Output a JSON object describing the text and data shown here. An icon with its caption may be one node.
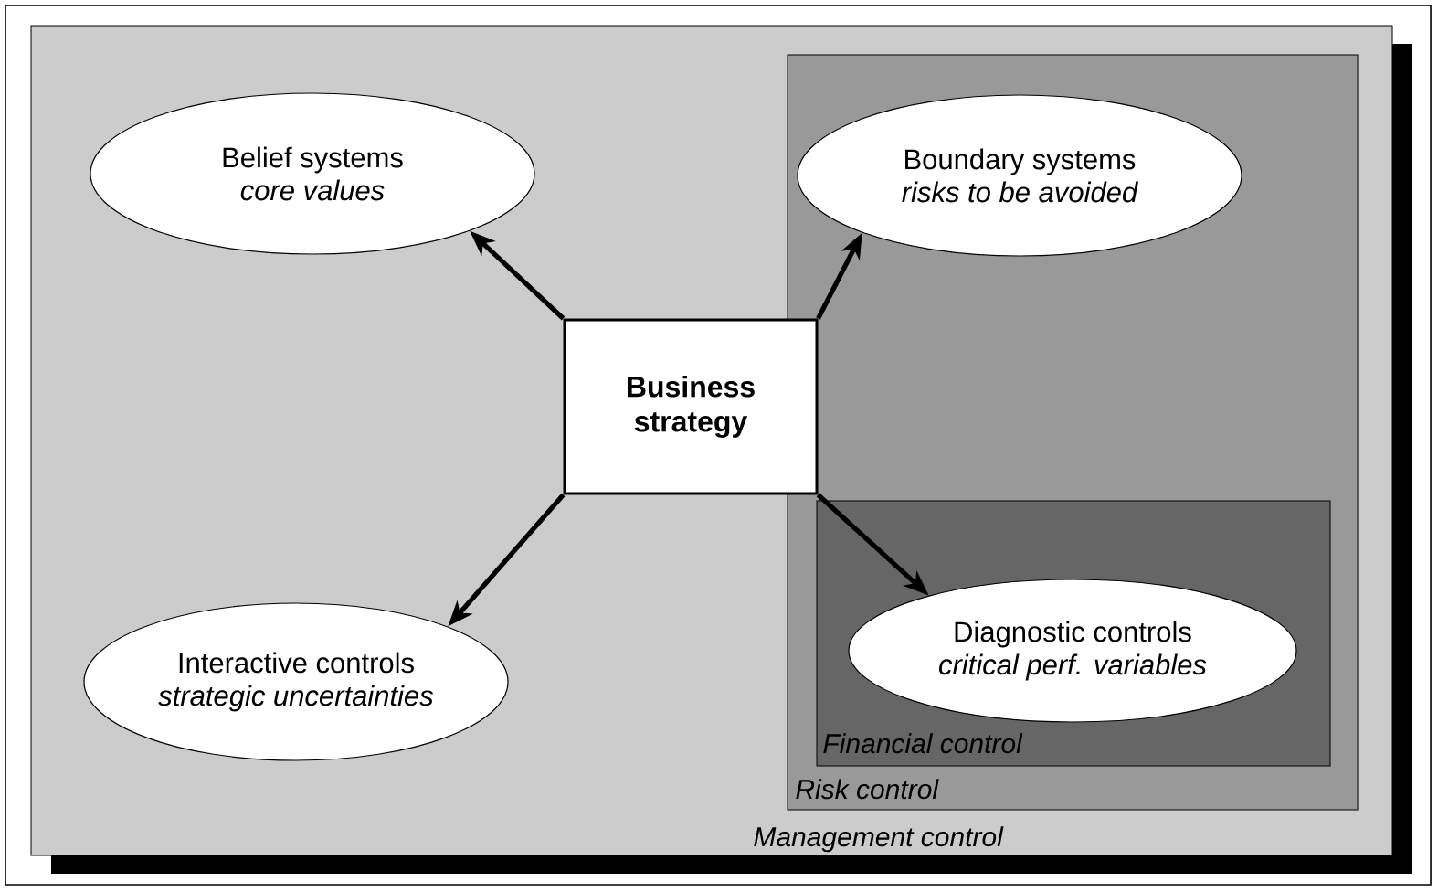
{
  "diagram": {
    "nodes": [
      {
        "text": [
          "Management control"
        ]
      },
      {
        "text": [
          "Belief systems",
          "core values"
        ],
        "in": 0
      },
      {
        "text": [
          "Risk control"
        ],
        "in": 0
      },
      {
        "text": [
          "Boundary systems",
          "risks to be avoided"
        ],
        "in": 2
      },
      {
        "text": [
          "Business strategy"
        ],
        "in": 0
      },
      {
        "text": [
          "Interactive controls",
          "strategic uncertainties"
        ],
        "in": 0
      },
      {
        "text": [
          "Financial control"
        ],
        "in": 2
      },
      {
        "text": [
          "Diagnostic controls",
          "critical perf. variables"
        ],
        "in": 6
      }
    ],
    "edges": [
      {
        "from": 4,
        "to": 1,
        "arrow": "to"
      },
      {
        "from": 4,
        "to": 3,
        "arrow": "to"
      },
      {
        "from": 4,
        "to": 5,
        "arrow": "to"
      },
      {
        "from": 4,
        "to": 7,
        "arrow": "to"
      }
    ]
  }
}
